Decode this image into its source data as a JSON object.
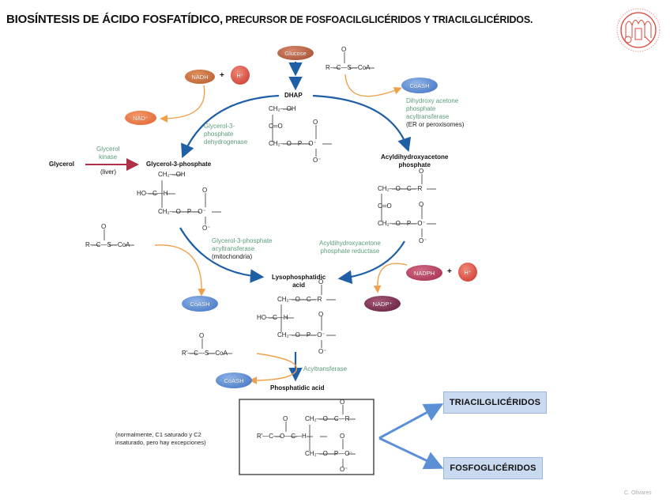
{
  "title": {
    "main": "BIOSÍNTESIS DE ÁCIDO FOSFATÍDICO,",
    "sub": " PRECURSOR DE FOSFOACILGLICÉRIDOS Y TRIACILGLICÉRIDOS."
  },
  "logo": {
    "name": "university-seal-icon",
    "color": "#d9483b"
  },
  "metabolites": {
    "glucose": "Glucose",
    "dhap": "DHAP",
    "glycerol": "Glycerol",
    "g3p": "Glycerol-3-phosphate",
    "acyl_dhap_l1": "Acyldihydroxyacetone",
    "acyl_dhap_l2": "phosphate",
    "lpa_l1": "Lysophosphatidic",
    "lpa_l2": "acid",
    "pa": "Phosphatidic acid"
  },
  "cofactors": {
    "nadh": "NADH",
    "nad": "NAD⁺",
    "h": "H⁺",
    "plus": "+",
    "coash_1": "CoASH",
    "coash_2": "CoASH",
    "coash_3": "CoASH",
    "nadph": "NADPH",
    "nadp": "NADP⁺",
    "acylcoa": "R—C—S—CoA",
    "acylcoa2": "R′—C—S—CoA"
  },
  "enzymes": {
    "glycerol_kinase_l1": "Glycerol",
    "glycerol_kinase_l2": "kinase",
    "liver": "(liver)",
    "g3pdh_l1": "Glycerol-3-",
    "g3pdh_l2": "phosphate",
    "g3pdh_l3": "dehydrogenase",
    "dhapat_l1": "Dihydroxy acetone",
    "dhapat_l2": "phosphate",
    "dhapat_l3": "acyltransferase",
    "dhapat_loc": "(ER or peroxisomes)",
    "g3pat_l1": "Glycerol-3-phosphate",
    "g3pat_l2": "acyltransferase",
    "g3pat_loc": "(mitochondria)",
    "adhapr_l1": "Acyldihydroxyacetone",
    "adhapr_l2": "phosphate reductase",
    "acyltransferase": "Acyltransferase"
  },
  "note": {
    "l1": "(normalmente, C1 saturado y C2",
    "l2": "insaturado, pero hay excepciones)"
  },
  "outputs": {
    "tag": "TRIACILGLICÉRIDOS",
    "fosfo": "FOSFOGLICÉRIDOS"
  },
  "credit": "C. Olivares",
  "colors": {
    "blue_arrow": "#1f5fa6",
    "orange_arrow": "#f0a04b",
    "red_arrow": "#b0304a",
    "enzyme_text": "#5c9c7a",
    "output_box": "#c9d9f0",
    "branch_arrow": "#5b8fd6"
  }
}
